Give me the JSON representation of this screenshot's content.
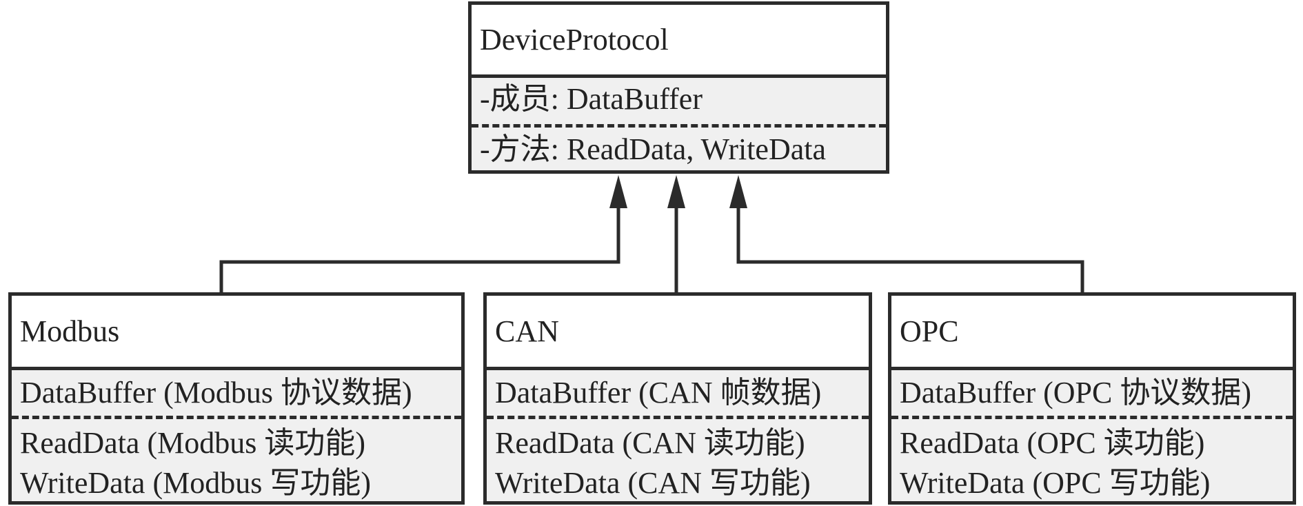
{
  "diagram": {
    "parent": {
      "name": "DeviceProtocol",
      "attribute": "-成员: DataBuffer",
      "method": "-方法: ReadData, WriteData"
    },
    "children": [
      {
        "name": "Modbus",
        "attribute": "DataBuffer (Modbus 协议数据)",
        "methods": [
          "ReadData (Modbus 读功能)",
          "WriteData (Modbus 写功能)"
        ]
      },
      {
        "name": "CAN",
        "attribute": "DataBuffer (CAN 帧数据)",
        "methods": [
          "ReadData (CAN 读功能)",
          "WriteData (CAN 写功能)"
        ]
      },
      {
        "name": "OPC",
        "attribute": "DataBuffer (OPC 协议数据)",
        "methods": [
          "ReadData (OPC 读功能)",
          "WriteData (OPC 写功能)"
        ]
      }
    ],
    "colors": {
      "line": "#2b2b2b",
      "section_fill": "#f0f0f0",
      "header_fill": "#ffffff"
    }
  }
}
